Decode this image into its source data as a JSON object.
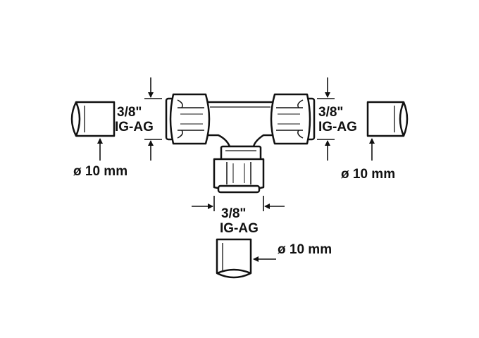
{
  "figure": {
    "thread_left": {
      "size": "3/8\"",
      "type": "IG-AG"
    },
    "thread_right": {
      "size": "3/8\"",
      "type": "IG-AG"
    },
    "thread_bottom": {
      "size": "3/8\"",
      "type": "IG-AG"
    },
    "tube_left": {
      "diameter": "ø 10 mm"
    },
    "tube_right": {
      "diameter": "ø 10 mm"
    },
    "tube_bottom": {
      "diameter": "ø 10 mm"
    },
    "colors": {
      "ink": "#111111",
      "background": "#ffffff"
    }
  }
}
